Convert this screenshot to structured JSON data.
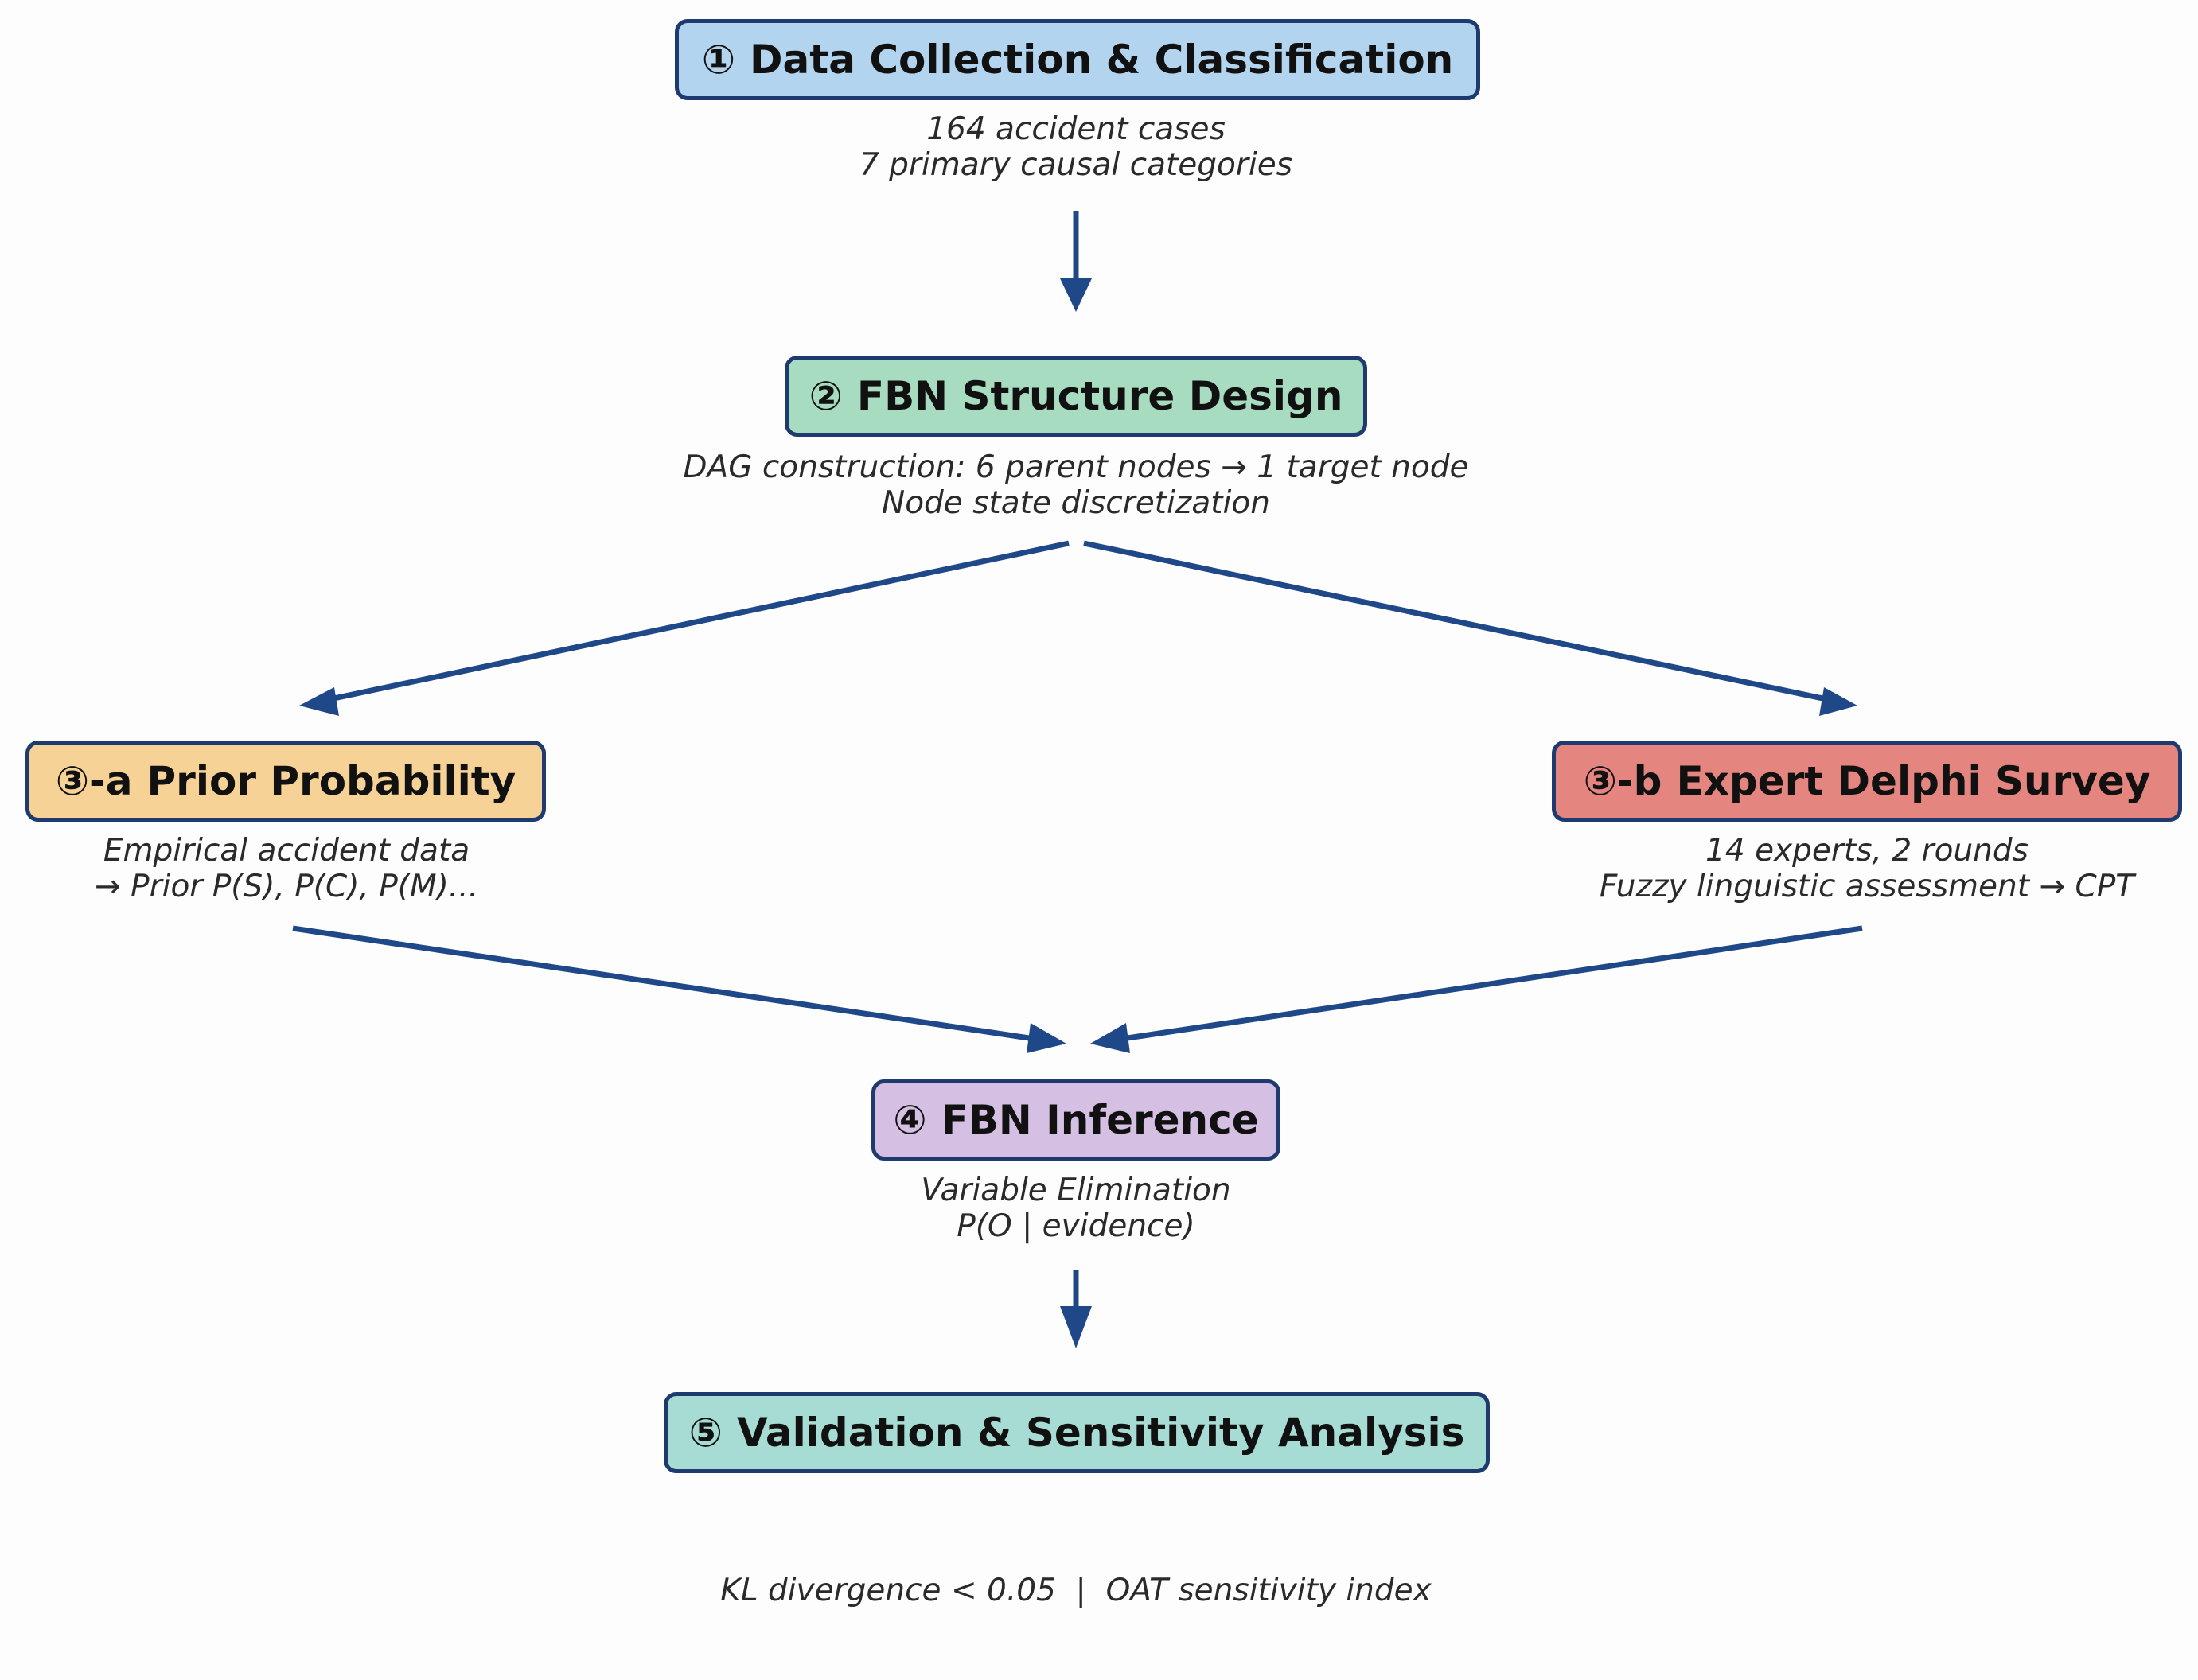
{
  "nodes": {
    "step1": {
      "number": "①",
      "title": "Data Collection & Classification",
      "color": "#b3d4ef",
      "lines": [
        "164 accident cases",
        "7 primary causal categories"
      ]
    },
    "step2": {
      "number": "②",
      "title": "FBN Structure Design",
      "color": "#a8dcc0",
      "lines": [
        "DAG construction: 6 parent nodes → 1 target node",
        "Node state discretization"
      ]
    },
    "step3a": {
      "number": "③-a",
      "title": "Prior Probability",
      "color": "#f6d297",
      "lines": [
        "Empirical accident data",
        "→ Prior P(S), P(C), P(M)..."
      ]
    },
    "step3b": {
      "number": "③-b",
      "title": "Expert Delphi Survey",
      "color": "#e58580",
      "lines": [
        "14 experts, 2 rounds",
        "Fuzzy linguistic assessment → CPT"
      ]
    },
    "step4": {
      "number": "④",
      "title": "FBN Inference",
      "color": "#d5c0e4",
      "lines": [
        "Variable Elimination",
        "P(O | evidence)"
      ]
    },
    "step5": {
      "number": "⑤",
      "title": "Validation & Sensitivity Analysis",
      "color": "#a6dcd3",
      "lines": [
        "KL divergence < 0.05  |  OAT sensitivity index"
      ]
    }
  },
  "edges": [
    {
      "from": "step1",
      "to": "step2"
    },
    {
      "from": "step2",
      "to": "step3a"
    },
    {
      "from": "step2",
      "to": "step3b"
    },
    {
      "from": "step3a",
      "to": "step4"
    },
    {
      "from": "step3b",
      "to": "step4"
    },
    {
      "from": "step4",
      "to": "step5"
    }
  ],
  "arrow_color": "#1f4888"
}
